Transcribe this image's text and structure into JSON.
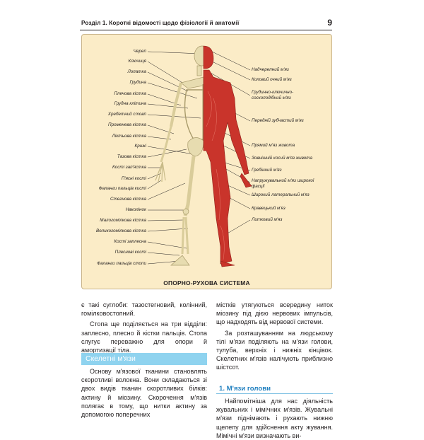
{
  "header": {
    "section_title": "Розділ 1. Короткі відомості щодо фізіології й анатомії",
    "page_number": "9"
  },
  "figure": {
    "caption": "ОПОРНО-РУХОВА СИСТЕМА",
    "left_labels": [
      "Череп",
      "Ключиця",
      "Лопатка",
      "Грудина",
      "Плечова кістка",
      "Грудна клітина",
      "Хребетний стовп",
      "Променева кістка",
      "Ліктьова кістка",
      "Крижі",
      "Тазова кістка",
      "Кості зап'ястка",
      "П'ясні кості",
      "Фаланги пальців кисті",
      "Стегнова кістка",
      "Наколінок",
      "Малогомілкова кістка",
      "Великогомілкова кістка",
      "Кості заплесна",
      "Плеснові кості",
      "Фаланги пальців стопи"
    ],
    "right_labels": [
      "Надчерепний м'яз",
      "Коловий очний м'яз",
      "Грудинно-ключично-\nсоскоподібний м'яз",
      "Передній зубчастий м'яз",
      "Прямий м'яз живота",
      "Зовнішній косий м'яз живота",
      "Гребінний м'яз",
      "Напружувальний м'яз широкої\nфасції",
      "Широкий латеральний м'яз",
      "Кравецький м'яз",
      "Литковий м'яз"
    ]
  },
  "left_column": {
    "para1": "є такі суглоби: тазостегновий, колінний, гомілковостопний.",
    "para2": "Стопа ще поділяється на три відділи: заплесно, плесно й кістки пальців. Стопа слугує переважно для опори й амортизації тіла.",
    "section_heading": "Скелетні м'язи",
    "para3": "Основу м'язової тканини становлять скоротливі волокна. Вони складаються зі двох видів тканин скоротливих білків: актину й міозину. Скорочення м'язів полягає в тому, що нитки актину за допомогою поперечних"
  },
  "right_column": {
    "para1": "містків утягуються всередину ниток міозину під дією нервових імпульсів, що надходять від нервової системи.",
    "para2": "За розташуванням на людському тілі м'язи поділяють на м'язи голови, тулуба, верхніх і нижніх кінцівок. Скелетних м'язів налічують приблизно шістсот.",
    "subheading": "1. М'язи голови",
    "para3": "Найпомітніша для нас діяльність жувальних і мімічних м'язів. Жувальні м'язи піднімають і рухають нижню щелепу для здійснення акту жування. Мімічні м'язи визначають ви-"
  },
  "colors": {
    "figure_background": "#fbecc7",
    "section_bar": "#8fd3ef",
    "subheading": "#1f7fbf",
    "muscle": "#c9342b",
    "bone": "#e7dcb0"
  }
}
